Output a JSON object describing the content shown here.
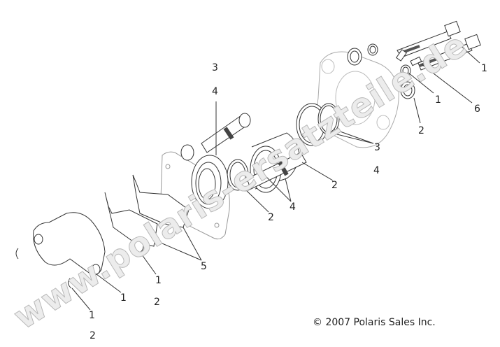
{
  "watermark": "www.polaris-ersatzteile.de",
  "copyright": "© 2007 Polaris Sales Inc.",
  "callouts": [
    "3",
    "4",
    "1",
    "1",
    "6",
    "2",
    "3",
    "4",
    "2",
    "4",
    "2",
    "5",
    "1",
    "1",
    "2",
    "1",
    "2"
  ],
  "colors": {
    "line": "#333333",
    "watermark": "#d4d4d4"
  }
}
